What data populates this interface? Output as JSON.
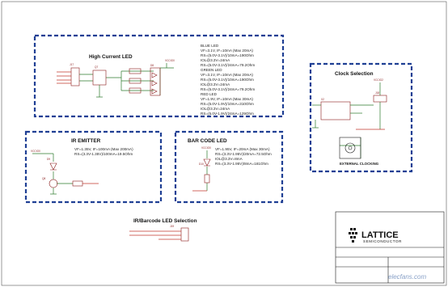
{
  "high_current_led": {
    "title": "High Current LED",
    "refs": {
      "connector": "J17",
      "transistor": "Q7",
      "led": "D8",
      "vcc": "VCCIO0"
    },
    "blue_led": [
      "BLUE LED",
      "VF=3.1V,  IF=10mA (Max 20mA)",
      "RS=(5.0V-3.1V)/10mA=190Ohm",
      "IOL@3.3V=24mA",
      "RS=(5.0V-3.1V)/24mA=79.2Ohm"
    ],
    "green_led": [
      "GREEN LED",
      "VF=3.1V,  IF=10mA (Max 20mA)",
      "RS=(5.0V-3.1V)/10mA=190Ohm",
      "IOL@3.3V=24mA",
      "RS=(5.0V-3.1V)/24mA=79.2Ohm"
    ],
    "red_led": [
      "RED LED",
      "VF=1.9V,  IF=10mA (Max 30mA)",
      "RS=(5.0V-1.9V)/10mA=310Ohm",
      "IOL@3.3V=24mA",
      "RS=(5.0V-1.9V)/24mA=129Ohm"
    ]
  },
  "clock_selection": {
    "title": "Clock Selection",
    "refs": {
      "osc": "X2",
      "jumper": "J18",
      "vcc": "VCCIO2"
    },
    "ext_label": "EXTERNAL CLOCKING"
  },
  "ir_emitter": {
    "title": "IR EMITTER",
    "refs": {
      "vcc": "VCCIO0",
      "diode": "D9",
      "transistor": "Q8"
    },
    "lines": [
      "VF=1.35V,  IF=100mA (Max 200mA)",
      "RS=(3.3V-1.35V)/100mA=19.5Ohm"
    ]
  },
  "bar_code_led": {
    "title": "BAR CODE LED",
    "refs": {
      "vcc": "VCCIO0",
      "led": "D10"
    },
    "lines": [
      "VF=1.95V,  IF=20mA (Max 30mA)",
      "RS=(3.3V-1.95V)/20mA=72.5Ohm",
      "IOL@3.3V=8mA",
      "RS=(3.3V-1.95V)/8mA=181Ohm"
    ]
  },
  "ir_barcode_select": {
    "title": "IR/Barcode LED Selection",
    "refs": {
      "jumper": "J19"
    }
  },
  "title_block": {
    "company": "LATTICE",
    "tagline": "SEMICONDUCTOR",
    "watermark": "elecfans.com"
  }
}
